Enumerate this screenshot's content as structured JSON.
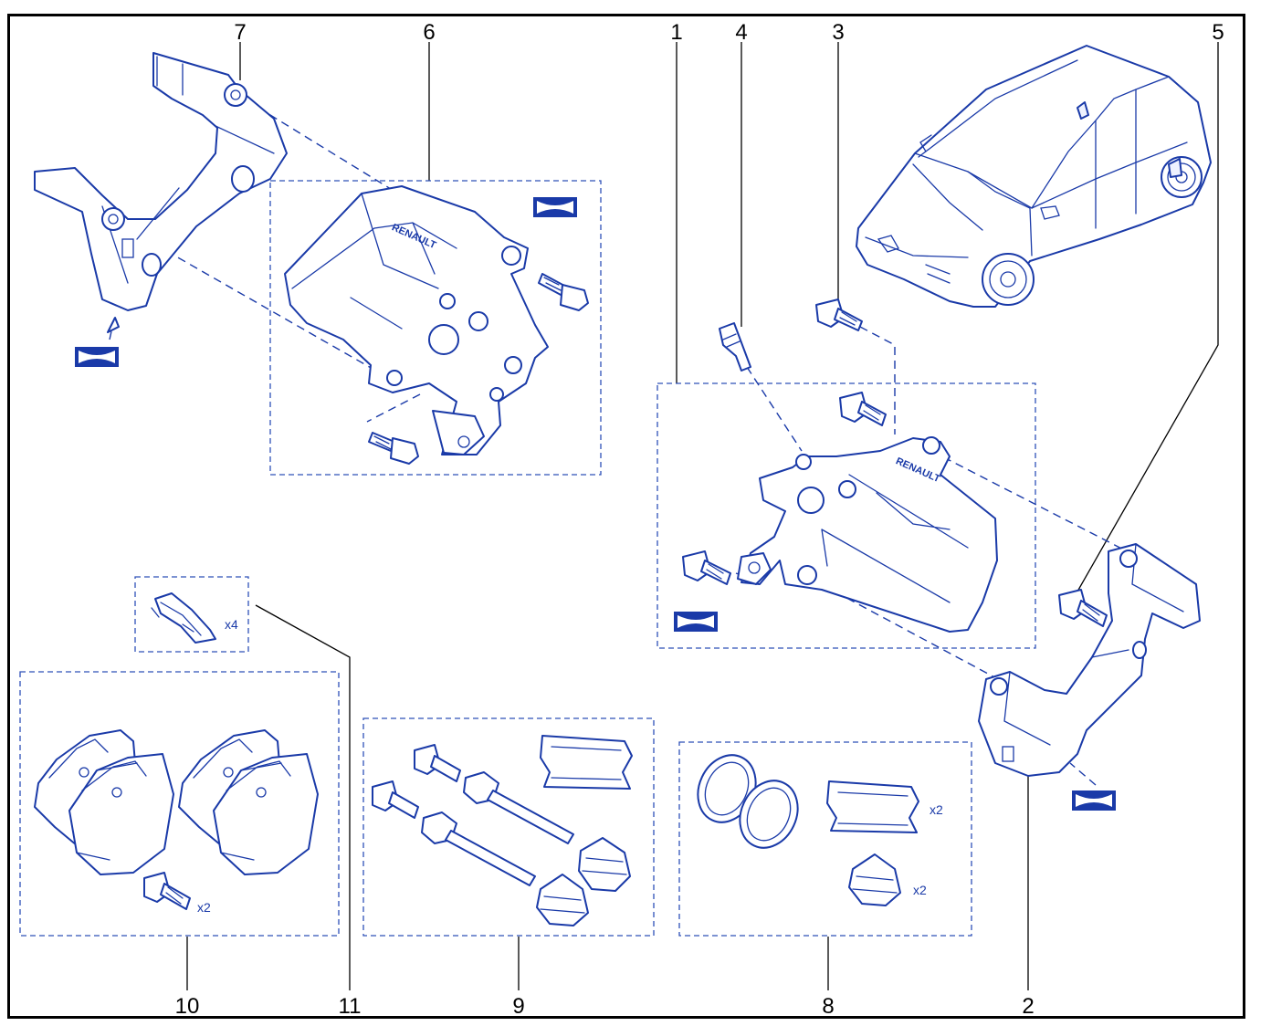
{
  "callouts": {
    "c1": "1",
    "c2": "2",
    "c3": "3",
    "c4": "4",
    "c5": "5",
    "c6": "6",
    "c7": "7",
    "c8": "8",
    "c9": "9",
    "c10": "10",
    "c11": "11"
  },
  "quantities": {
    "clips": "x4",
    "pad_bolts": "x2",
    "seal_sachet": "x2",
    "boot": "x2"
  },
  "caliper_branding": "RENAULT",
  "colors": {
    "line": "#1a3aa8",
    "frame": "#000000",
    "background": "#ffffff"
  }
}
